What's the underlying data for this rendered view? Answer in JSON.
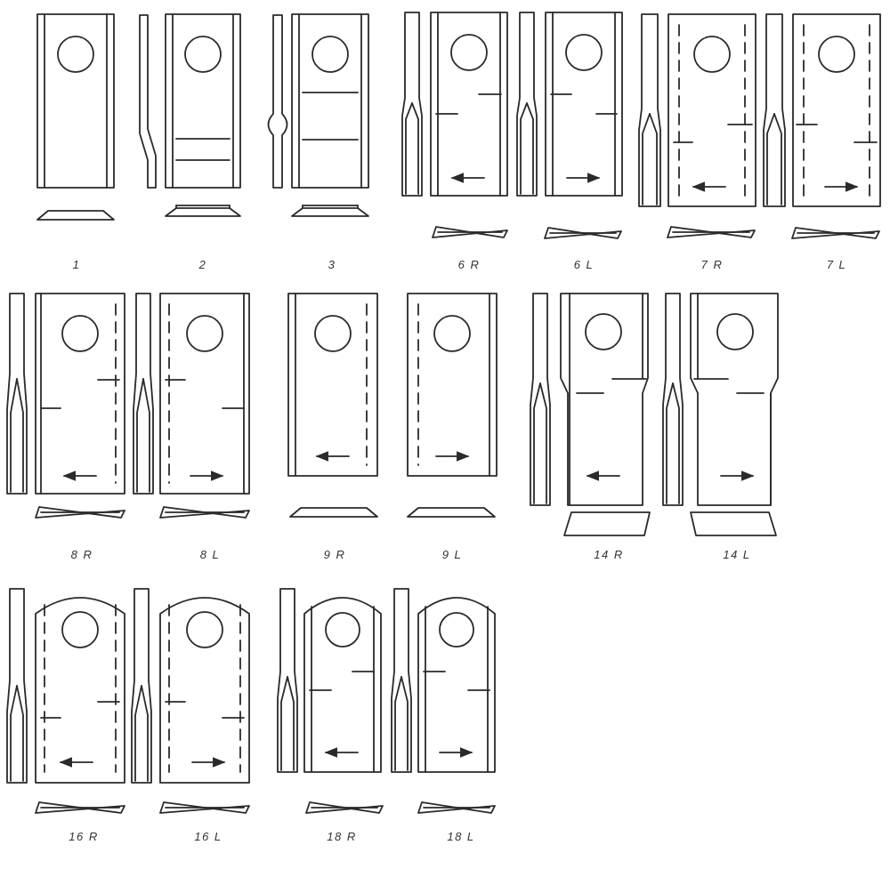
{
  "style": {
    "line_color": "#2a2a2a",
    "caption_color": "#333333",
    "background": "#ffffff"
  },
  "diagram": {
    "blades": [
      {
        "id": "1",
        "label": "1"
      },
      {
        "id": "2",
        "label": "2"
      },
      {
        "id": "3",
        "label": "3"
      },
      {
        "id": "6R",
        "label": "6 R"
      },
      {
        "id": "6L",
        "label": "6 L"
      },
      {
        "id": "7R",
        "label": "7 R"
      },
      {
        "id": "7L",
        "label": "7 L"
      },
      {
        "id": "8R",
        "label": "8 R"
      },
      {
        "id": "8L",
        "label": "8 L"
      },
      {
        "id": "9R",
        "label": "9 R"
      },
      {
        "id": "9L",
        "label": "9 L"
      },
      {
        "id": "14R",
        "label": "14 R"
      },
      {
        "id": "14L",
        "label": "14 L"
      },
      {
        "id": "16R",
        "label": "16 R"
      },
      {
        "id": "16L",
        "label": "16 L"
      },
      {
        "id": "18R",
        "label": "18 R"
      },
      {
        "id": "18L",
        "label": "18 L"
      }
    ]
  }
}
